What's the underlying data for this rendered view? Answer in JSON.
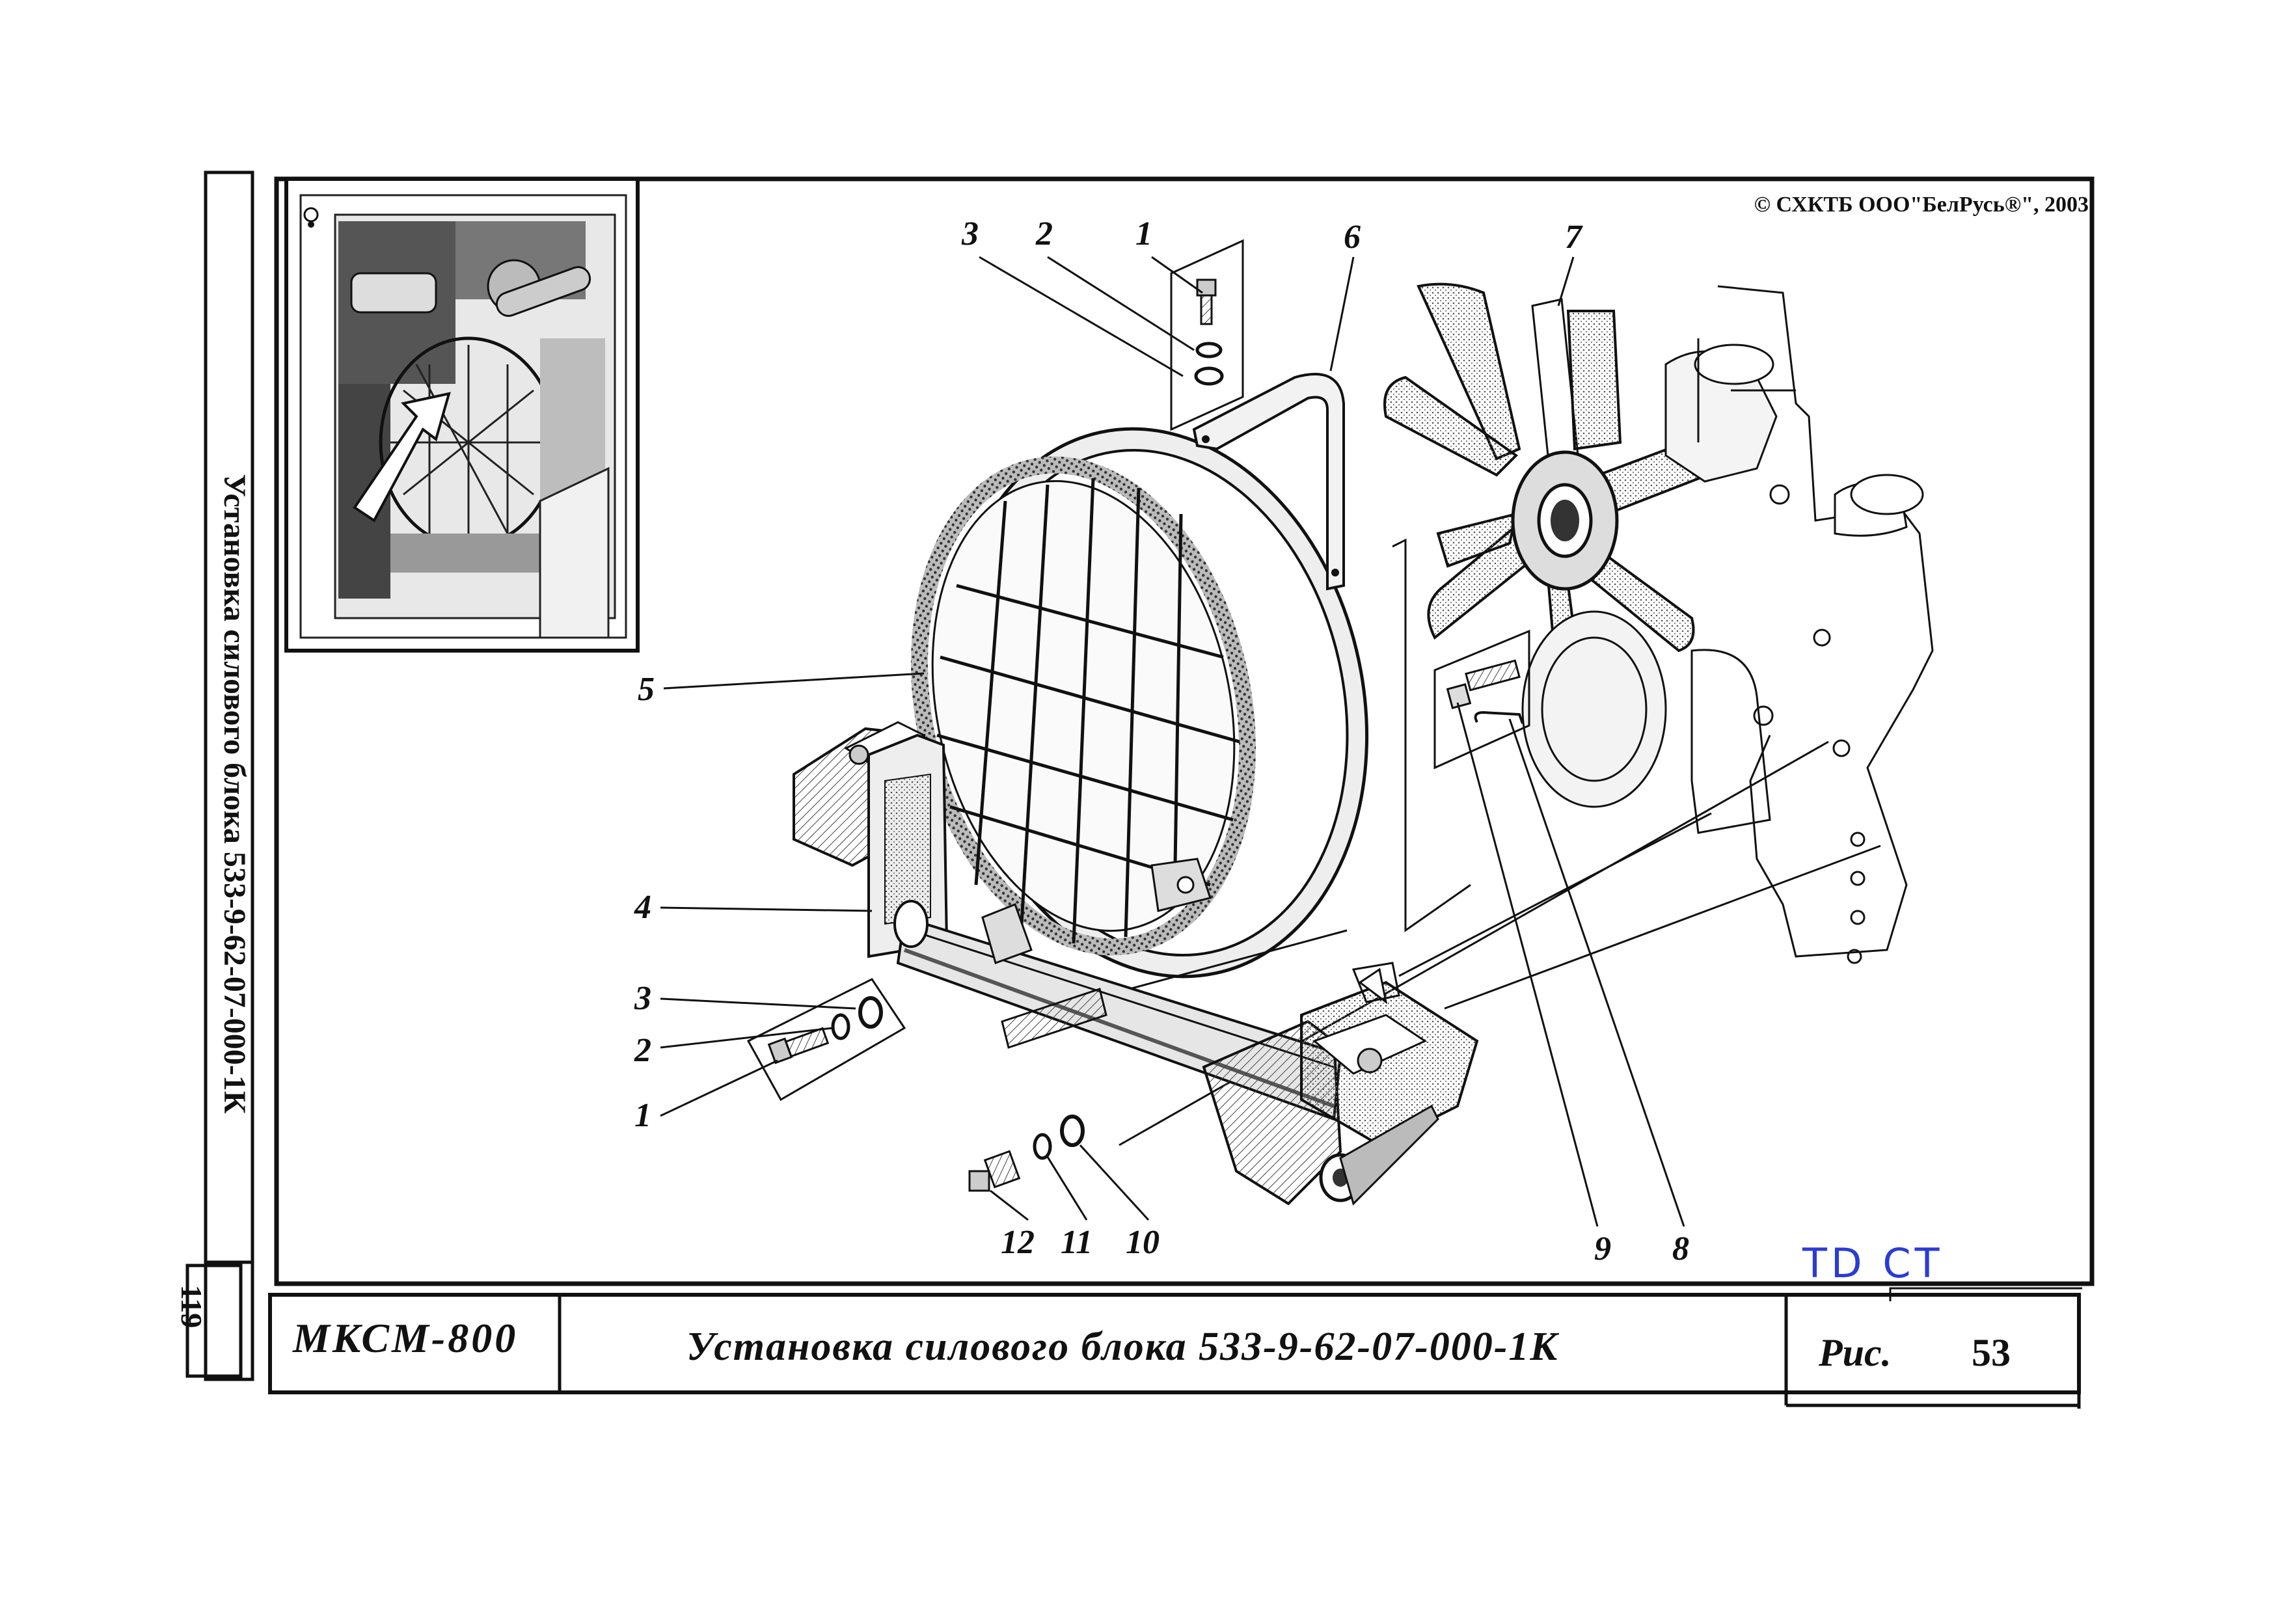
{
  "copyright": "© СХКТБ ООО\"БелРусь®\", 2003",
  "side_title": "Установка силового блока 533-9-62-07-000-1К",
  "page_number": "119",
  "title_block": {
    "model": "МКСМ-800",
    "title": "Установка силового блока 533-9-62-07-000-1К",
    "fig_label": "Рис.",
    "fig_number": "53"
  },
  "handwritten_note": "TD CT",
  "callouts": {
    "top_3": "3",
    "top_2": "2",
    "top_1": "1",
    "c6": "6",
    "c7": "7",
    "c5": "5",
    "c4": "4",
    "left_3": "3",
    "left_2": "2",
    "left_1": "1",
    "c12": "12",
    "c11": "11",
    "c10": "10",
    "c9": "9",
    "c8": "8"
  },
  "colors": {
    "ink": "#111111",
    "note_blue": "#2a3bd6",
    "paper": "#ffffff"
  }
}
